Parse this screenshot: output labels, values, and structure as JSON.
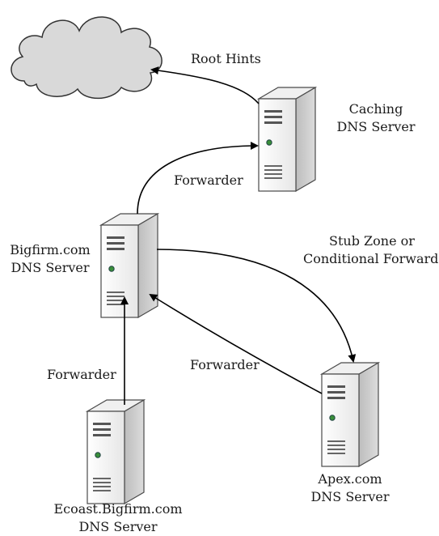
{
  "nodes": {
    "internet": {
      "icon": "cloud-icon"
    },
    "caching": {
      "icon": "server-icon",
      "label_line1": "Caching",
      "label_line2": "DNS Server"
    },
    "bigfirm": {
      "icon": "server-icon",
      "label_line1": "Bigfirm.com",
      "label_line2": "DNS Server"
    },
    "apex": {
      "icon": "server-icon",
      "label_line1": "Apex.com",
      "label_line2": "DNS Server"
    },
    "ecoast": {
      "icon": "server-icon",
      "label_line1": "Ecoast.Bigfirm.com",
      "label_line2": "DNS Server"
    }
  },
  "edges": {
    "root_hints": "Root Hints",
    "bigfirm_to_caching": "Forwarder",
    "stub_zone_line1": "Stub Zone or",
    "stub_zone_line2": "Conditional Forwarder",
    "apex_to_bigfirm": "Forwarder",
    "ecoast_to_bigfirm": "Forwarder"
  },
  "colors": {
    "cloud_fill": "#d9d9d9",
    "server_side": "#cfcfcf",
    "server_front": "#ffffff",
    "line": "#000000"
  }
}
